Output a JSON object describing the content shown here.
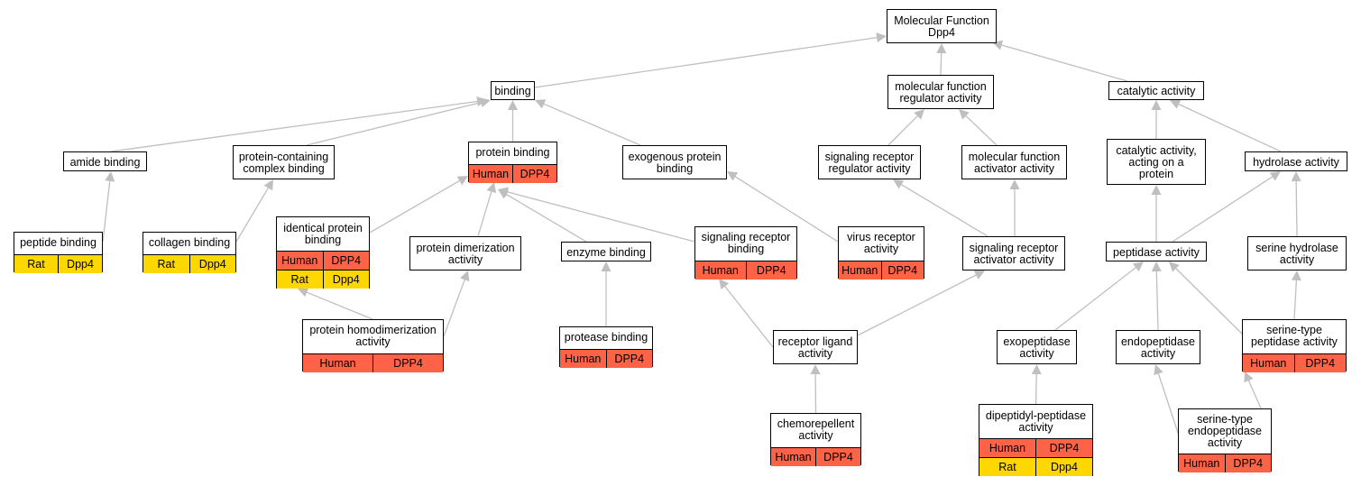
{
  "colors": {
    "edge": "#bfbfbf",
    "human_fill": "#ff6347",
    "rat_fill": "#ffd700",
    "node_fill": "#ffffff",
    "border": "#000000"
  },
  "nodes": [
    {
      "id": "molecular-function",
      "label": "Molecular Function\nDpp4",
      "rows": []
    },
    {
      "id": "binding",
      "label": "binding",
      "rows": []
    },
    {
      "id": "mf-regulator",
      "label": "molecular function\nregulator activity",
      "rows": []
    },
    {
      "id": "catalytic",
      "label": "catalytic activity",
      "rows": []
    },
    {
      "id": "amide-binding",
      "label": "amide binding",
      "rows": []
    },
    {
      "id": "protein-complex-binding",
      "label": "protein-containing\ncomplex binding",
      "rows": []
    },
    {
      "id": "protein-binding",
      "label": "protein binding",
      "rows": [
        {
          "species": "Human",
          "gene": "DPP4",
          "color": "#ff6347"
        }
      ]
    },
    {
      "id": "exogenous-protein-binding",
      "label": "exogenous protein\nbinding",
      "rows": []
    },
    {
      "id": "signaling-receptor-regulator",
      "label": "signaling receptor\nregulator activity",
      "rows": []
    },
    {
      "id": "mf-activator",
      "label": "molecular function\nactivator activity",
      "rows": []
    },
    {
      "id": "catalytic-on-protein",
      "label": "catalytic activity,\nacting on a\nprotein",
      "rows": []
    },
    {
      "id": "hydrolase",
      "label": "hydrolase activity",
      "rows": []
    },
    {
      "id": "peptide-binding",
      "label": "peptide binding",
      "rows": [
        {
          "species": "Rat",
          "gene": "Dpp4",
          "color": "#ffd700"
        }
      ]
    },
    {
      "id": "collagen-binding",
      "label": "collagen binding",
      "rows": [
        {
          "species": "Rat",
          "gene": "Dpp4",
          "color": "#ffd700"
        }
      ]
    },
    {
      "id": "identical-protein-binding",
      "label": "identical protein\nbinding",
      "rows": [
        {
          "species": "Human",
          "gene": "DPP4",
          "color": "#ff6347"
        },
        {
          "species": "Rat",
          "gene": "Dpp4",
          "color": "#ffd700"
        }
      ]
    },
    {
      "id": "protein-dimerization",
      "label": "protein dimerization\nactivity",
      "rows": []
    },
    {
      "id": "enzyme-binding",
      "label": "enzyme binding",
      "rows": []
    },
    {
      "id": "signaling-receptor-binding",
      "label": "signaling receptor\nbinding",
      "rows": [
        {
          "species": "Human",
          "gene": "DPP4",
          "color": "#ff6347"
        }
      ]
    },
    {
      "id": "virus-receptor",
      "label": "virus receptor\nactivity",
      "rows": [
        {
          "species": "Human",
          "gene": "DPP4",
          "color": "#ff6347"
        }
      ]
    },
    {
      "id": "signaling-receptor-activator",
      "label": "signaling receptor\nactivator activity",
      "rows": []
    },
    {
      "id": "peptidase",
      "label": "peptidase activity",
      "rows": []
    },
    {
      "id": "serine-hydrolase",
      "label": "serine hydrolase\nactivity",
      "rows": []
    },
    {
      "id": "protein-homodimerization",
      "label": "protein homodimerization\nactivity",
      "rows": [
        {
          "species": "Human",
          "gene": "DPP4",
          "color": "#ff6347"
        }
      ]
    },
    {
      "id": "protease-binding",
      "label": "protease binding",
      "rows": [
        {
          "species": "Human",
          "gene": "DPP4",
          "color": "#ff6347"
        }
      ]
    },
    {
      "id": "receptor-ligand",
      "label": "receptor ligand\nactivity",
      "rows": []
    },
    {
      "id": "exopeptidase",
      "label": "exopeptidase\nactivity",
      "rows": []
    },
    {
      "id": "endopeptidase",
      "label": "endopeptidase\nactivity",
      "rows": []
    },
    {
      "id": "serine-peptidase",
      "label": "serine-type\npeptidase activity",
      "rows": [
        {
          "species": "Human",
          "gene": "DPP4",
          "color": "#ff6347"
        }
      ]
    },
    {
      "id": "chemorepellent",
      "label": "chemorepellent\nactivity",
      "rows": [
        {
          "species": "Human",
          "gene": "DPP4",
          "color": "#ff6347"
        }
      ]
    },
    {
      "id": "dipeptidyl-peptidase",
      "label": "dipeptidyl-peptidase\nactivity",
      "rows": [
        {
          "species": "Human",
          "gene": "DPP4",
          "color": "#ff6347"
        },
        {
          "species": "Rat",
          "gene": "Dpp4",
          "color": "#ffd700"
        }
      ]
    },
    {
      "id": "serine-endopeptidase",
      "label": "serine-type\nendopeptidase\nactivity",
      "rows": [
        {
          "species": "Human",
          "gene": "DPP4",
          "color": "#ff6347"
        }
      ]
    }
  ],
  "edges": [
    [
      "binding",
      "molecular-function"
    ],
    [
      "mf-regulator",
      "molecular-function"
    ],
    [
      "catalytic",
      "molecular-function"
    ],
    [
      "amide-binding",
      "binding"
    ],
    [
      "protein-complex-binding",
      "binding"
    ],
    [
      "protein-binding",
      "binding"
    ],
    [
      "exogenous-protein-binding",
      "binding"
    ],
    [
      "signaling-receptor-regulator",
      "mf-regulator"
    ],
    [
      "mf-activator",
      "mf-regulator"
    ],
    [
      "catalytic-on-protein",
      "catalytic"
    ],
    [
      "hydrolase",
      "catalytic"
    ],
    [
      "peptide-binding",
      "amide-binding"
    ],
    [
      "collagen-binding",
      "protein-complex-binding"
    ],
    [
      "identical-protein-binding",
      "protein-binding"
    ],
    [
      "protein-dimerization",
      "protein-binding"
    ],
    [
      "enzyme-binding",
      "protein-binding"
    ],
    [
      "signaling-receptor-binding",
      "protein-binding"
    ],
    [
      "virus-receptor",
      "exogenous-protein-binding"
    ],
    [
      "signaling-receptor-activator",
      "signaling-receptor-regulator"
    ],
    [
      "signaling-receptor-activator",
      "mf-activator"
    ],
    [
      "peptidase",
      "catalytic-on-protein"
    ],
    [
      "peptidase",
      "hydrolase"
    ],
    [
      "serine-hydrolase",
      "hydrolase"
    ],
    [
      "protein-homodimerization",
      "identical-protein-binding"
    ],
    [
      "protein-homodimerization",
      "protein-dimerization"
    ],
    [
      "protease-binding",
      "enzyme-binding"
    ],
    [
      "receptor-ligand",
      "signaling-receptor-binding"
    ],
    [
      "receptor-ligand",
      "signaling-receptor-activator"
    ],
    [
      "exopeptidase",
      "peptidase"
    ],
    [
      "endopeptidase",
      "peptidase"
    ],
    [
      "serine-peptidase",
      "peptidase"
    ],
    [
      "serine-peptidase",
      "serine-hydrolase"
    ],
    [
      "chemorepellent",
      "receptor-ligand"
    ],
    [
      "dipeptidyl-peptidase",
      "exopeptidase"
    ],
    [
      "serine-endopeptidase",
      "endopeptidase"
    ],
    [
      "serine-endopeptidase",
      "serine-peptidase"
    ]
  ]
}
